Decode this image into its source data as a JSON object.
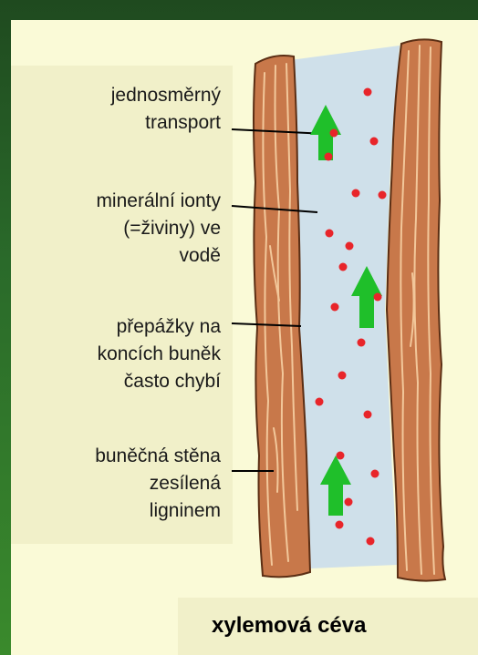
{
  "labels": [
    "jednosměrný\ntransport",
    "minerální ionty\n(=živiny) ve\nvodě",
    "přepážky na\nkoncích buněk\nčasto chybí",
    "buněčná stěna\nzesílená\nligninem"
  ],
  "title": "xylemová céva",
  "colors": {
    "wall": "#c8784a",
    "wall_grain": "#f2c79a",
    "lumen": "#cfe0ea",
    "ion": "#e8252a",
    "arrow": "#1fbf2a",
    "label_bg": "#f1f0c9",
    "panel_bg": "#fafad7"
  },
  "ion_count": 20,
  "flow_arrow_count": 3
}
